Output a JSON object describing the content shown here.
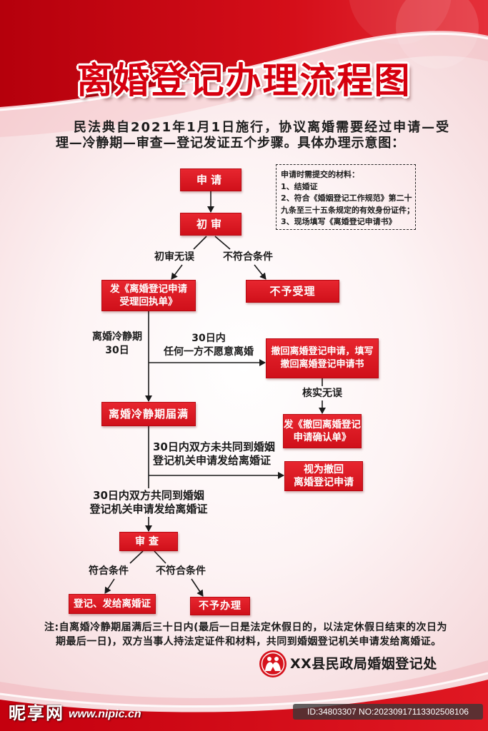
{
  "poster": {
    "title": "离婚登记办理流程图",
    "intro": [
      "民法典自2021年1月1日施行，协议离婚需要经过申请—受",
      "理—冷静期—审查—登记发证五个步骤。具体办理示意图："
    ]
  },
  "materials": {
    "heading": "申请时需提交的材料：",
    "items": [
      "1、结婚证",
      "2、符合《婚姻登记工作规范》第二十",
      "九条至三十五条规定的有效身份证件；",
      "3、现场填写《离婚登记申请书》"
    ]
  },
  "flow": {
    "apply": "申请",
    "initial_review": "初审",
    "initial_pass": "初审无误",
    "initial_fail": "不符合条件",
    "receipt": [
      "发《离婚登记申请",
      "受理回执单》"
    ],
    "reject": "不予受理",
    "cooling_period": [
      "离婚冷静期",
      "30日"
    ],
    "withdraw_condition": [
      "30日内",
      "任何一方不愿意离婚"
    ],
    "withdraw": [
      "撤回离婚登记申请，填写",
      "撤回离婚登记申请书"
    ],
    "verify": "核实无误",
    "withdraw_confirm": [
      "发《撤回离婚登记",
      "申请确认单》"
    ],
    "cooling_end": "离婚冷静期届满",
    "no_joint_application": [
      "30日内双方未共同到婚姻",
      "登记机关申请发给离婚证"
    ],
    "deemed_withdrawn": [
      "视为撤回",
      "离婚登记申请"
    ],
    "joint_application": [
      "30日内双方共同到婚姻",
      "登记机关申请发给离婚证"
    ],
    "review": "审查",
    "qualified": "符合条件",
    "unqualified": "不符合条件",
    "issue_certificate": "登记、发给离婚证",
    "refuse": "不予办理"
  },
  "note": [
    "注:自离婚冷静期届满后三十日内(最后一日是法定休假日的，以法定休假日结束的次日为",
    "期最后一日)，双方当事人持法定证件和材料，共同到婚姻登记机关申请发给离婚证。"
  ],
  "footer": {
    "emblem_icon": "civil-affairs-emblem-icon",
    "organization": "XX县民政局婚姻登记处"
  },
  "watermark": {
    "brand": "昵享网",
    "url": "www.nipic.cn",
    "image_id": "ID:34803307 NO:20230917113302508106"
  },
  "colors": {
    "title_red": "#d6000e",
    "box_red": "#d9141e",
    "banner_red": "#c8000f",
    "text_dark": "#1a1a1a",
    "connector": "#1a1a1a"
  }
}
